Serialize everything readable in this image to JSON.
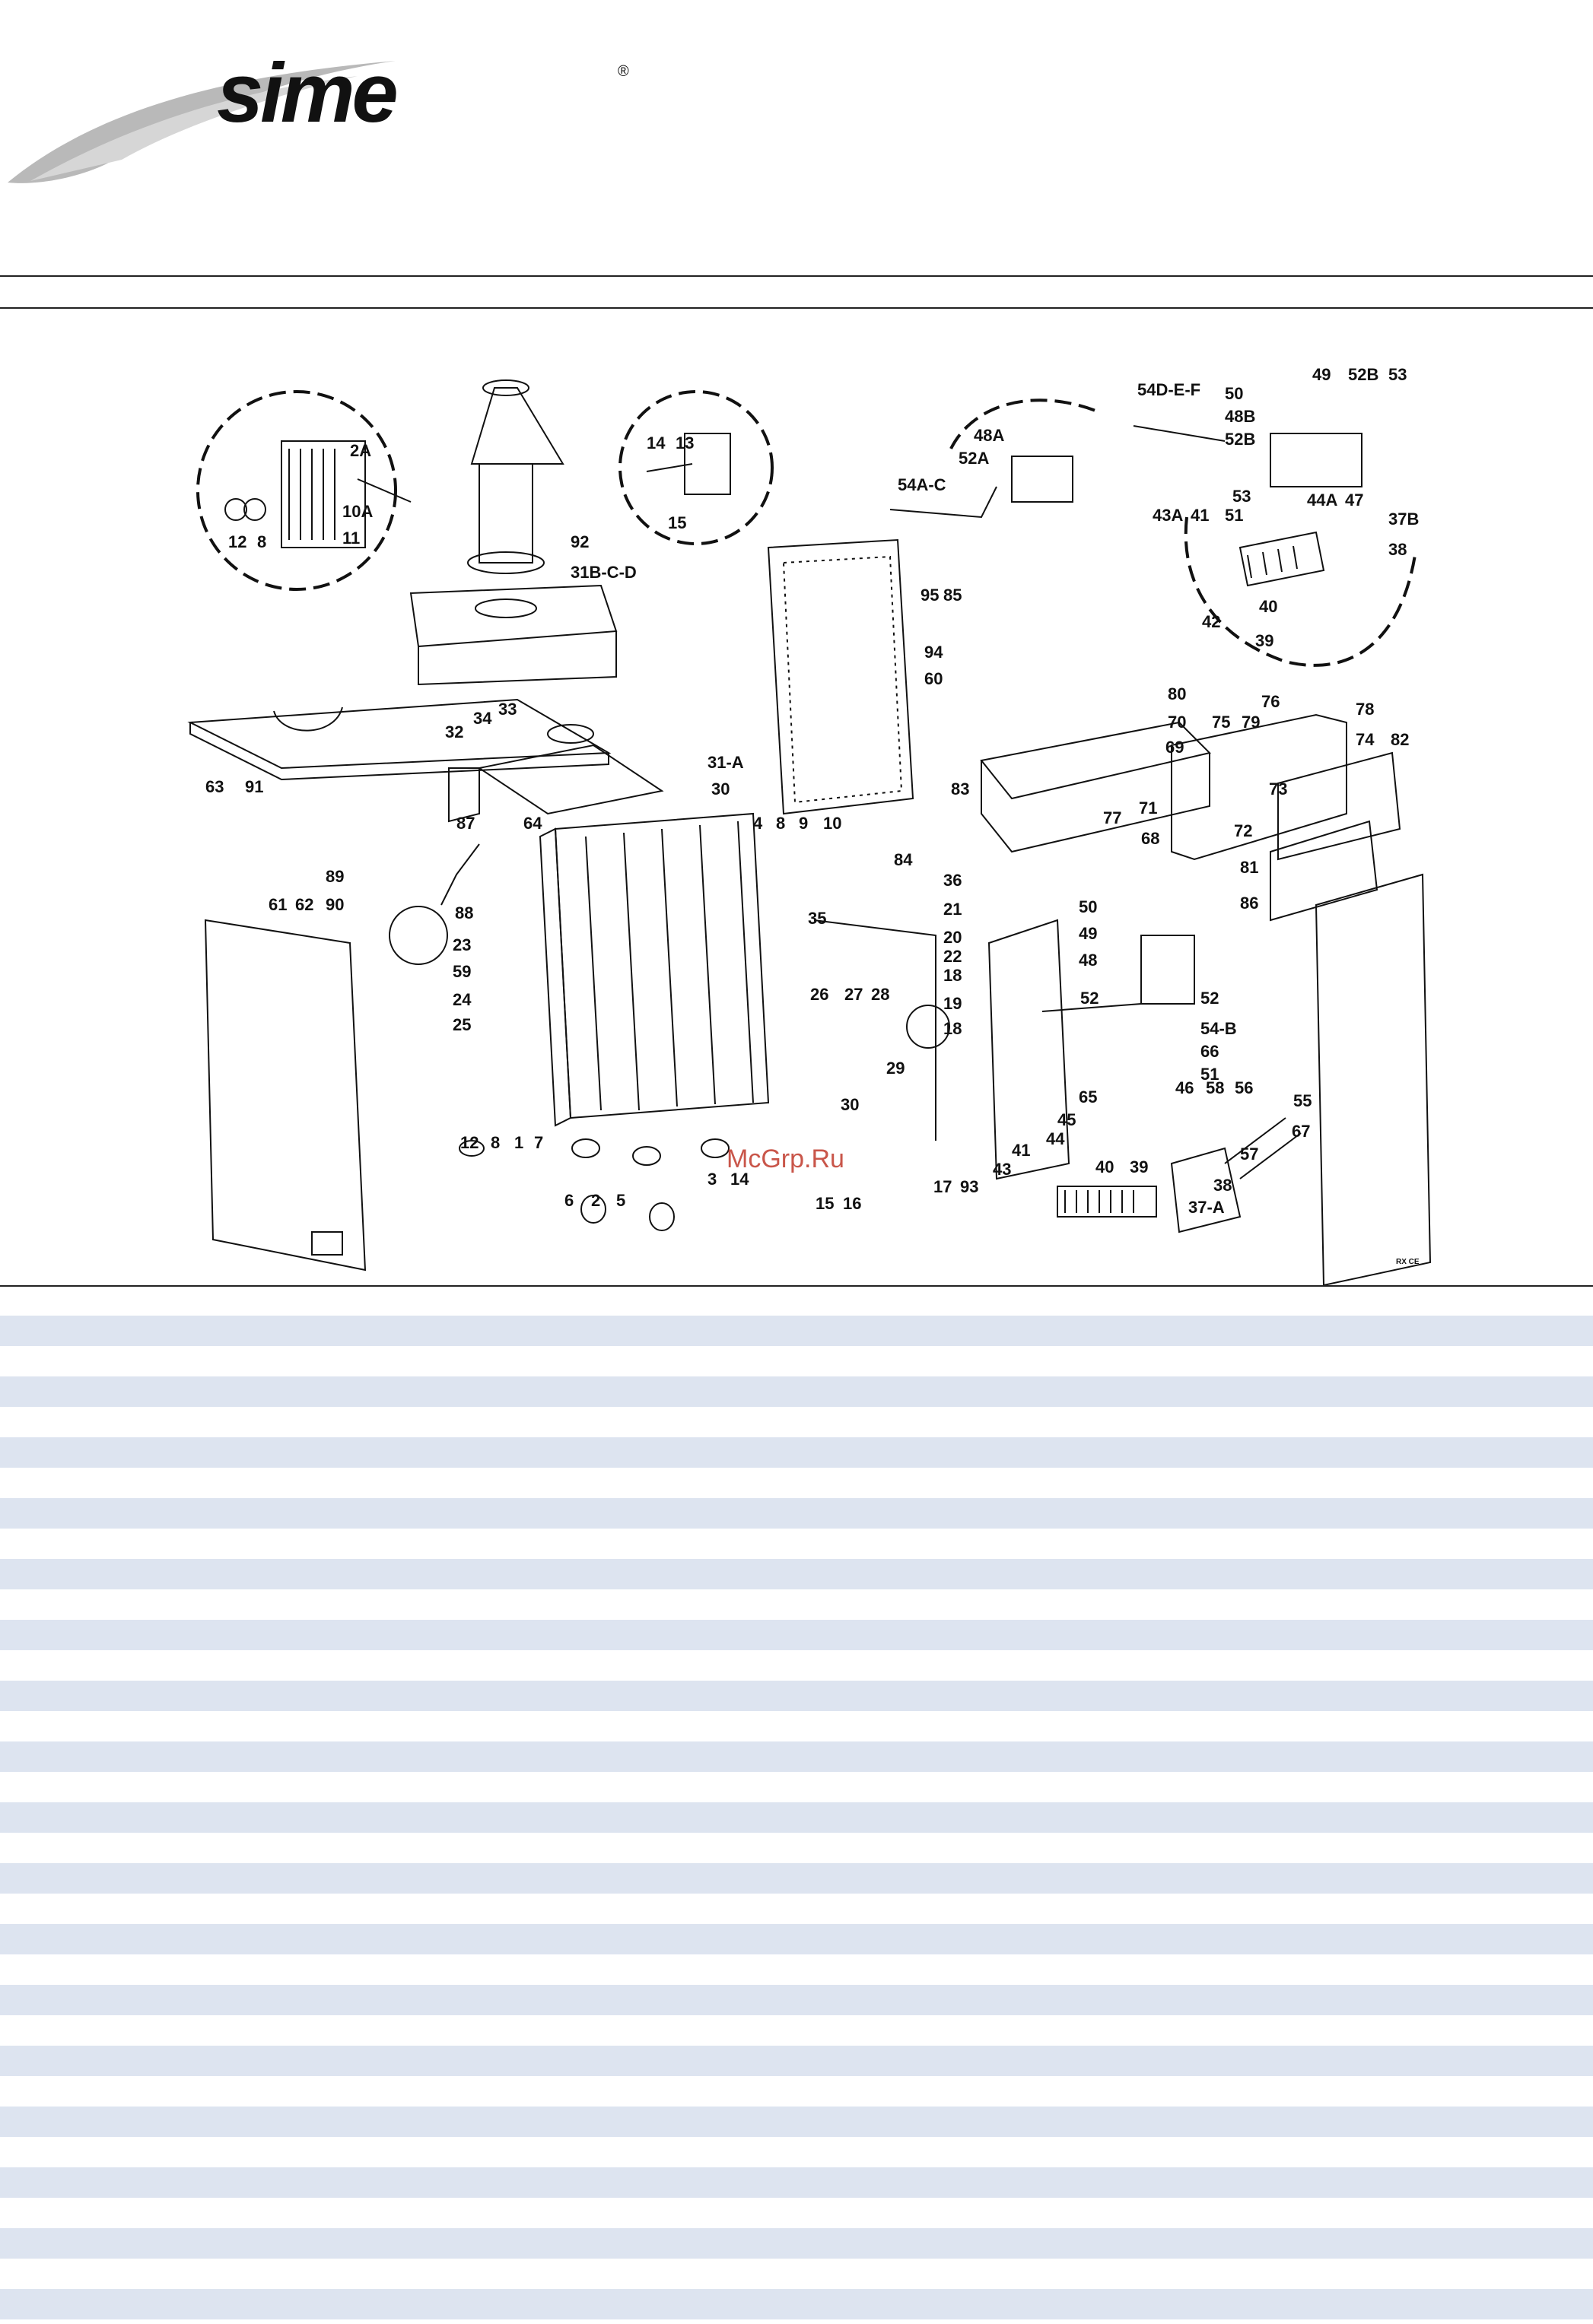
{
  "brand": {
    "name": "sime",
    "registered_mark": "®"
  },
  "watermark": "McGrp.Ru",
  "drawing_code": "RX CE",
  "callouts": [
    {
      "id": "c2A",
      "text": "2A"
    },
    {
      "id": "c10A",
      "text": "10A"
    },
    {
      "id": "c11",
      "text": "11"
    },
    {
      "id": "c12a",
      "text": "12"
    },
    {
      "id": "c8a",
      "text": "8"
    },
    {
      "id": "c92",
      "text": "92"
    },
    {
      "id": "c31BCD",
      "text": "31B-C-D"
    },
    {
      "id": "c14a",
      "text": "14"
    },
    {
      "id": "c13",
      "text": "13"
    },
    {
      "id": "c15a",
      "text": "15"
    },
    {
      "id": "c48A",
      "text": "48A"
    },
    {
      "id": "c52A",
      "text": "52A"
    },
    {
      "id": "c54AC",
      "text": "54A-C"
    },
    {
      "id": "c54DEF",
      "text": "54D-E-F"
    },
    {
      "id": "c50a",
      "text": "50"
    },
    {
      "id": "c49a",
      "text": "49"
    },
    {
      "id": "c52Ba",
      "text": "52B"
    },
    {
      "id": "c53a",
      "text": "53"
    },
    {
      "id": "c48B",
      "text": "48B"
    },
    {
      "id": "c52Bb",
      "text": "52B"
    },
    {
      "id": "c53b",
      "text": "53"
    },
    {
      "id": "c44A",
      "text": "44A"
    },
    {
      "id": "c47",
      "text": "47"
    },
    {
      "id": "c43A",
      "text": "43A"
    },
    {
      "id": "c41a",
      "text": "41"
    },
    {
      "id": "c51a",
      "text": "51"
    },
    {
      "id": "c37B",
      "text": "37B"
    },
    {
      "id": "c38a",
      "text": "38"
    },
    {
      "id": "c42",
      "text": "42"
    },
    {
      "id": "c40a",
      "text": "40"
    },
    {
      "id": "c39a",
      "text": "39"
    },
    {
      "id": "c95",
      "text": "95"
    },
    {
      "id": "c85",
      "text": "85"
    },
    {
      "id": "c94",
      "text": "94"
    },
    {
      "id": "c60",
      "text": "60"
    },
    {
      "id": "c63",
      "text": "63"
    },
    {
      "id": "c91",
      "text": "91"
    },
    {
      "id": "c33",
      "text": "33"
    },
    {
      "id": "c32",
      "text": "32"
    },
    {
      "id": "c34",
      "text": "34"
    },
    {
      "id": "c31A",
      "text": "31-A"
    },
    {
      "id": "c30a",
      "text": "30"
    },
    {
      "id": "c80",
      "text": "80"
    },
    {
      "id": "c70",
      "text": "70"
    },
    {
      "id": "c75",
      "text": "75"
    },
    {
      "id": "c79",
      "text": "79"
    },
    {
      "id": "c76",
      "text": "76"
    },
    {
      "id": "c78",
      "text": "78"
    },
    {
      "id": "c74",
      "text": "74"
    },
    {
      "id": "c82",
      "text": "82"
    },
    {
      "id": "c69",
      "text": "69"
    },
    {
      "id": "c73",
      "text": "73"
    },
    {
      "id": "c83",
      "text": "83"
    },
    {
      "id": "c77",
      "text": "77"
    },
    {
      "id": "c71",
      "text": "71"
    },
    {
      "id": "c72",
      "text": "72"
    },
    {
      "id": "c68",
      "text": "68"
    },
    {
      "id": "c81",
      "text": "81"
    },
    {
      "id": "c86",
      "text": "86"
    },
    {
      "id": "c87",
      "text": "87"
    },
    {
      "id": "c64",
      "text": "64"
    },
    {
      "id": "c89",
      "text": "89"
    },
    {
      "id": "c88",
      "text": "88"
    },
    {
      "id": "c90",
      "text": "90"
    },
    {
      "id": "c61",
      "text": "61"
    },
    {
      "id": "c62",
      "text": "62"
    },
    {
      "id": "c23",
      "text": "23"
    },
    {
      "id": "c59",
      "text": "59"
    },
    {
      "id": "c24",
      "text": "24"
    },
    {
      "id": "c25",
      "text": "25"
    },
    {
      "id": "c4",
      "text": "4"
    },
    {
      "id": "c8b",
      "text": "8"
    },
    {
      "id": "c9",
      "text": "9"
    },
    {
      "id": "c10",
      "text": "10"
    },
    {
      "id": "c84",
      "text": "84"
    },
    {
      "id": "c35",
      "text": "35"
    },
    {
      "id": "c36",
      "text": "36"
    },
    {
      "id": "c21",
      "text": "21"
    },
    {
      "id": "c20",
      "text": "20"
    },
    {
      "id": "c22",
      "text": "22"
    },
    {
      "id": "c18a",
      "text": "18"
    },
    {
      "id": "c19",
      "text": "19"
    },
    {
      "id": "c18b",
      "text": "18"
    },
    {
      "id": "c26",
      "text": "26"
    },
    {
      "id": "c27",
      "text": "27"
    },
    {
      "id": "c28",
      "text": "28"
    },
    {
      "id": "c29",
      "text": "29"
    },
    {
      "id": "c30b",
      "text": "30"
    },
    {
      "id": "c50b",
      "text": "50"
    },
    {
      "id": "c49b",
      "text": "49"
    },
    {
      "id": "c48",
      "text": "48"
    },
    {
      "id": "c52a",
      "text": "52"
    },
    {
      "id": "c52b",
      "text": "52"
    },
    {
      "id": "c54B",
      "text": "54-B"
    },
    {
      "id": "c66",
      "text": "66"
    },
    {
      "id": "c51b",
      "text": "51"
    },
    {
      "id": "c65",
      "text": "65"
    },
    {
      "id": "c46",
      "text": "46"
    },
    {
      "id": "c58",
      "text": "58"
    },
    {
      "id": "c56",
      "text": "56"
    },
    {
      "id": "c55",
      "text": "55"
    },
    {
      "id": "c45",
      "text": "45"
    },
    {
      "id": "c44",
      "text": "44"
    },
    {
      "id": "c67",
      "text": "67"
    },
    {
      "id": "c57",
      "text": "57"
    },
    {
      "id": "c41b",
      "text": "41"
    },
    {
      "id": "c40b",
      "text": "40"
    },
    {
      "id": "c39b",
      "text": "39"
    },
    {
      "id": "c38b",
      "text": "38"
    },
    {
      "id": "c43",
      "text": "43"
    },
    {
      "id": "c37A",
      "text": "37-A"
    },
    {
      "id": "c17",
      "text": "17"
    },
    {
      "id": "c93",
      "text": "93"
    },
    {
      "id": "c15b",
      "text": "15"
    },
    {
      "id": "c16",
      "text": "16"
    },
    {
      "id": "c12b",
      "text": "12"
    },
    {
      "id": "c8c",
      "text": "8"
    },
    {
      "id": "c1",
      "text": "1"
    },
    {
      "id": "c7",
      "text": "7"
    },
    {
      "id": "c6",
      "text": "6"
    },
    {
      "id": "c2",
      "text": "2"
    },
    {
      "id": "c5",
      "text": "5"
    },
    {
      "id": "c3",
      "text": "3"
    },
    {
      "id": "c14b",
      "text": "14"
    }
  ],
  "table_rows": 33
}
